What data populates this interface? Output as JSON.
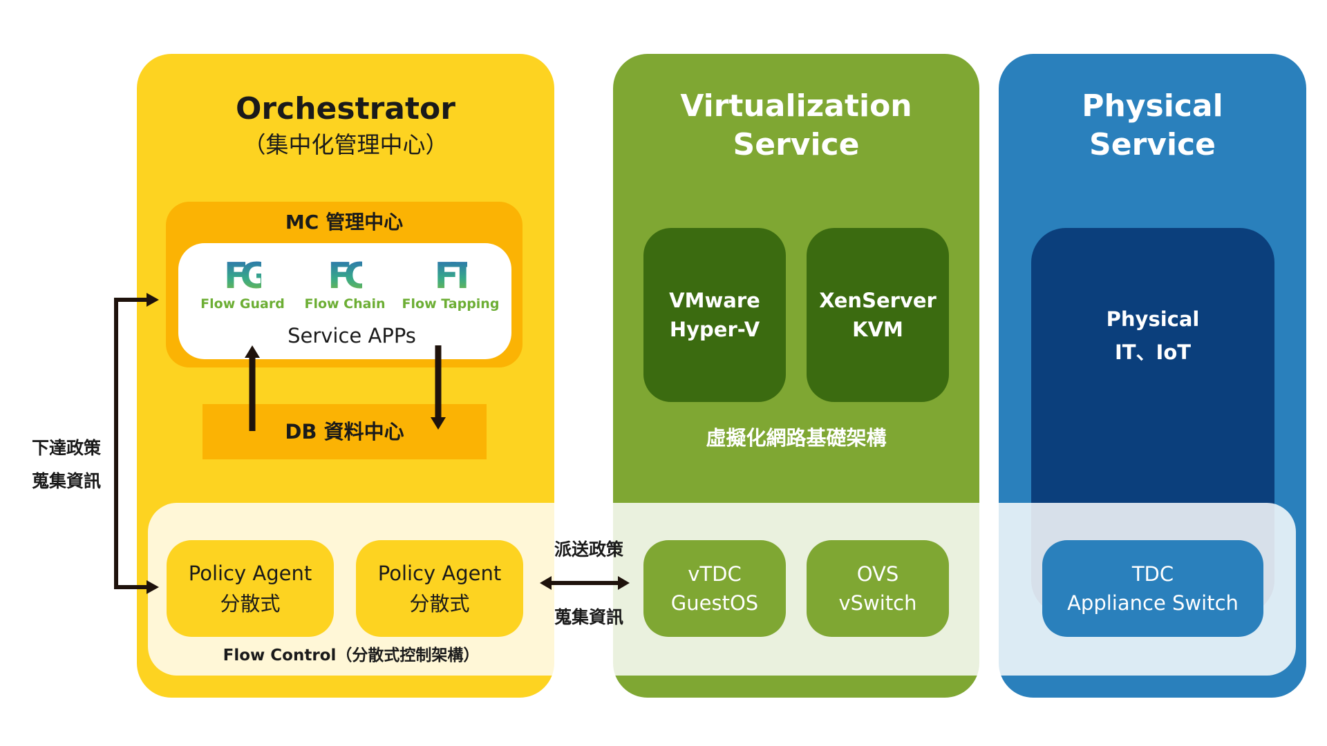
{
  "orchestrator": {
    "title": "Orchestrator",
    "subtitle": "（集中化管理中心）",
    "mc_label": "MC 管理中心",
    "service_apps_label": "Service APPs",
    "db_label": "DB 資料中心",
    "apps": [
      {
        "mark": "FG",
        "name": "Flow Guard",
        "icon": "flow-guard-logo"
      },
      {
        "mark": "FC",
        "name": "Flow Chain",
        "icon": "flow-chain-logo"
      },
      {
        "mark": "FT",
        "name": "Flow Tapping",
        "icon": "flow-tapping-logo"
      }
    ],
    "agents": [
      {
        "line1": "Policy Agent",
        "line2": "分散式"
      },
      {
        "line1": "Policy Agent",
        "line2": "分散式"
      }
    ],
    "flow_control_label": "Flow Control（分散式控制架構）"
  },
  "left_labels": {
    "line1": "下達政策",
    "line2": "蒐集資訊"
  },
  "middle_labels": {
    "top": "派送政策",
    "bottom": "蒐集資訊"
  },
  "virtualization": {
    "title_line1": "Virtualization",
    "title_line2": "Service",
    "boxes": [
      {
        "line1": "VMware",
        "line2": "Hyper-V"
      },
      {
        "line1": "XenServer",
        "line2": "KVM"
      }
    ],
    "infra_label": "虛擬化網路基礎架構",
    "bottom_boxes": [
      {
        "line1": "vTDC",
        "line2": "GuestOS"
      },
      {
        "line1": "OVS",
        "line2": "vSwitch"
      }
    ]
  },
  "physical": {
    "title_line1": "Physical",
    "title_line2": "Service",
    "inner_line1": "Physical",
    "inner_line2": "IT、IoT",
    "tdc_line1": "TDC",
    "tdc_line2": "Appliance Switch"
  },
  "colors": {
    "orchestrator_yellow": "#fdd321",
    "mc_orange": "#fbb304",
    "virtualization_green": "#7fa733",
    "virtualization_dark_green": "#3b6b10",
    "physical_blue": "#2a80bc",
    "physical_dark_blue": "#0b3f7c",
    "arrow_color": "#1e120c"
  }
}
